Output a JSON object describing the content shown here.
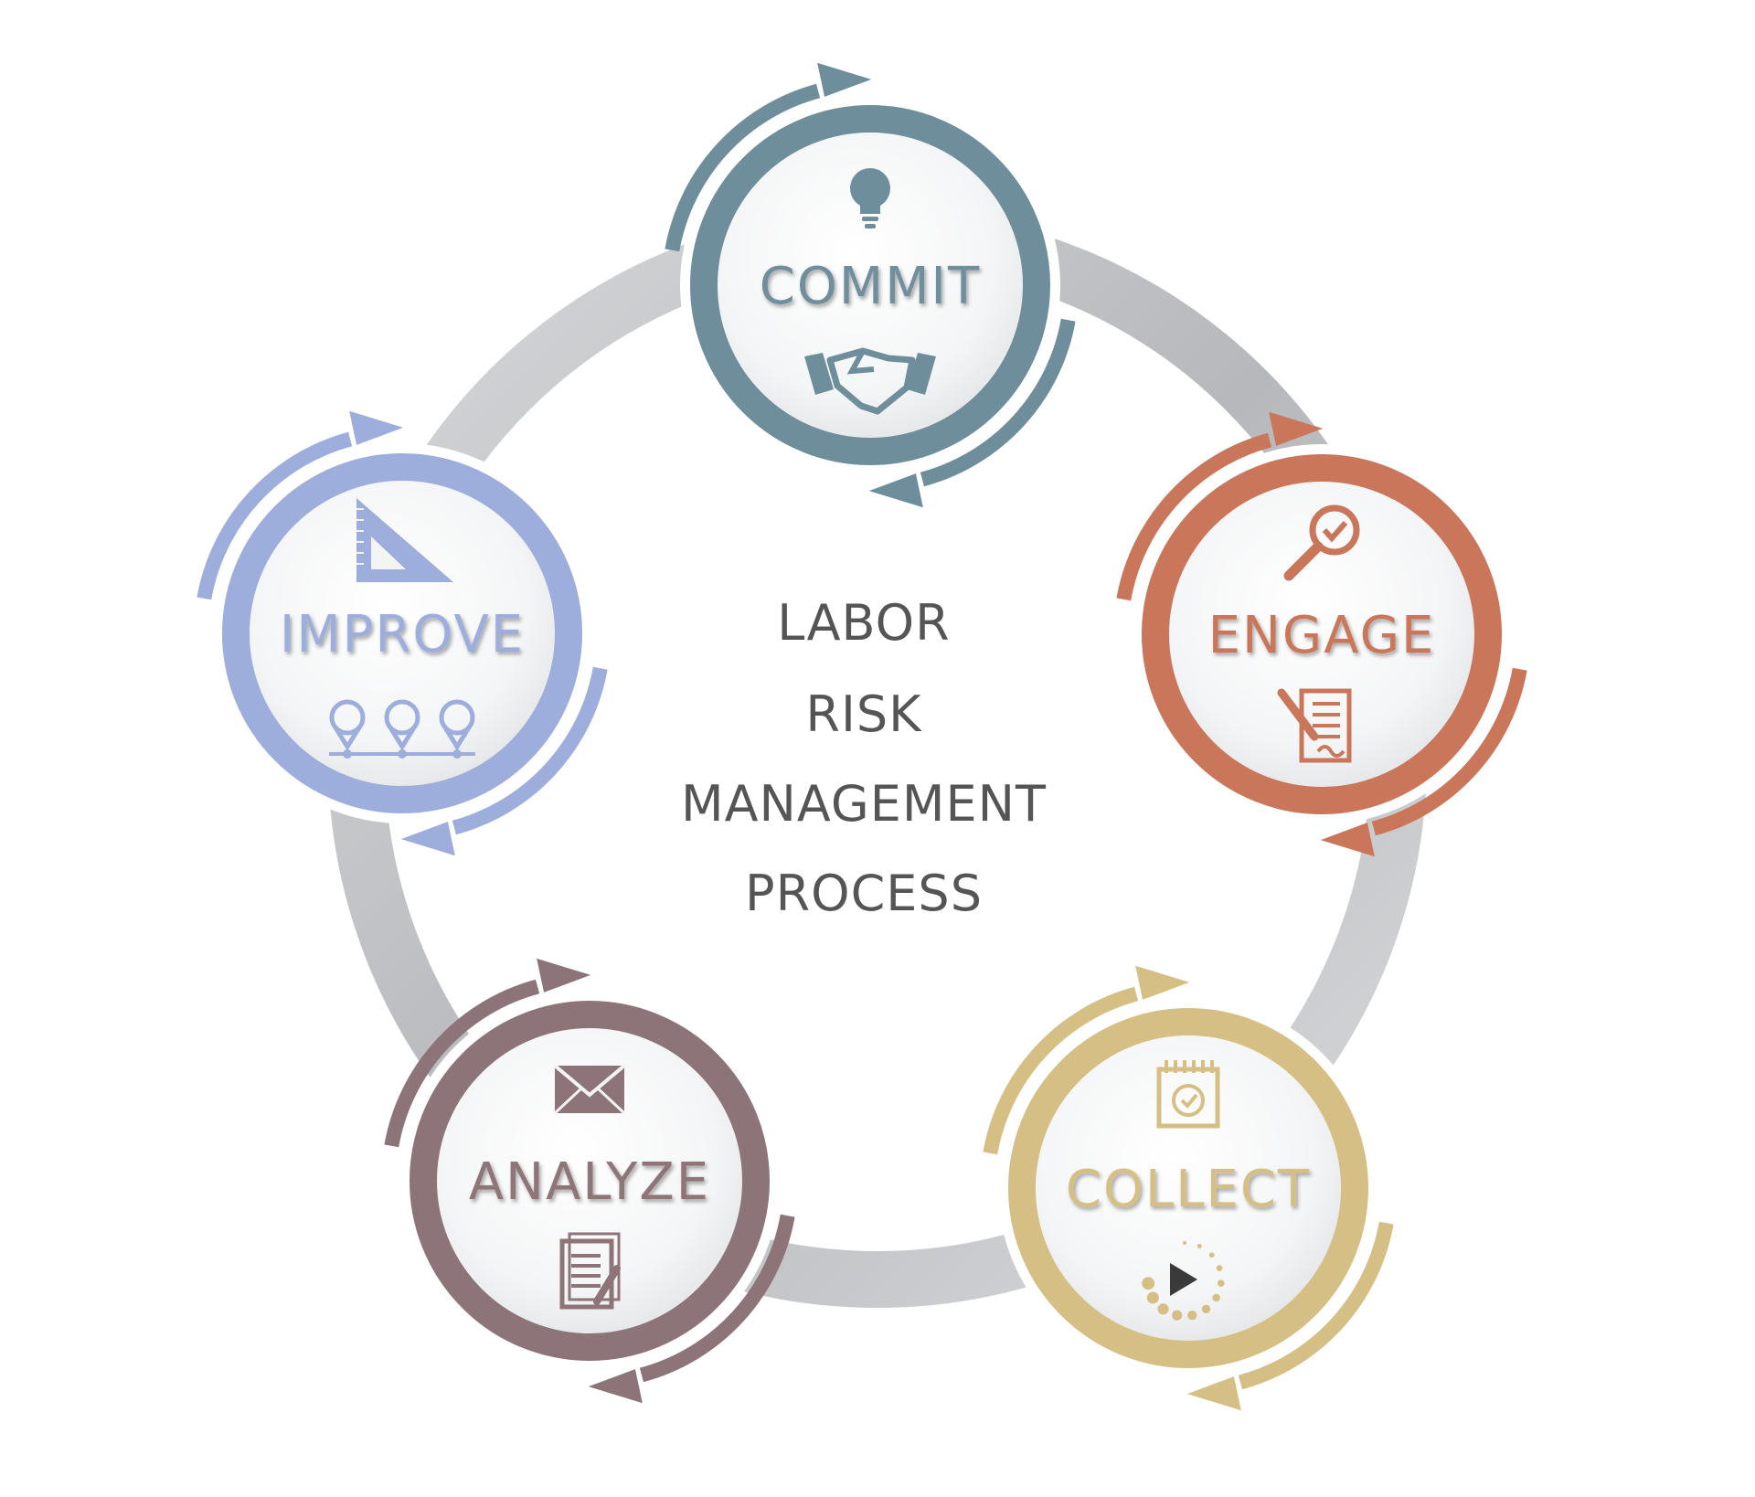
{
  "center": {
    "line1": "LABOR",
    "line2": "RISK",
    "line3": "MANAGEMENT",
    "line4": "PROCESS",
    "accent_color": "#8cbf3f",
    "text_color": "#555555"
  },
  "stages": [
    {
      "label": "COMMIT",
      "color": "#6f8e9c",
      "icons": [
        "lightbulb-icon",
        "handshake-icon"
      ]
    },
    {
      "label": "ENGAGE",
      "color": "#c9765a",
      "icons": [
        "magnifier-check-icon",
        "contract-sign-icon"
      ]
    },
    {
      "label": "COLLECT",
      "color": "#d6bf85",
      "icons": [
        "calendar-check-icon",
        "play-loading-icon"
      ]
    },
    {
      "label": "ANALYZE",
      "color": "#8d7478",
      "icons": [
        "envelope-icon",
        "document-pen-icon"
      ]
    },
    {
      "label": "IMPROVE",
      "color": "#9eaedc",
      "icons": [
        "set-square-icon",
        "map-pins-icon"
      ]
    }
  ],
  "ring_color": "#c2c4c7"
}
